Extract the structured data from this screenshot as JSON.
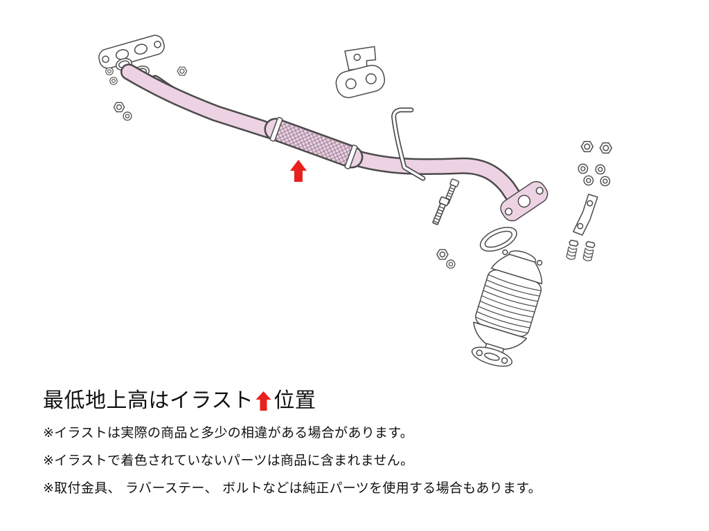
{
  "colors": {
    "background": "#ffffff",
    "outline": "#4a4a4a",
    "pipe_fill": "#ecd2e2",
    "braid": "#9c8398",
    "arrow": "#e8211c",
    "text": "#111111"
  },
  "illustration": {
    "type": "exploded-parts-diagram",
    "description": "exhaust front pipe (colored) with flex section, flanges, catalytic converter and mounting hardware (uncolored)",
    "parts": [
      "inlet-flange",
      "inlet-gaskets",
      "hex-nut",
      "stud-nut",
      "rubber-hanger-bracket",
      "front-pipe",
      "flex-section",
      "hanger-rod",
      "outlet-flange",
      "min-clearance-arrow",
      "flange-bolts",
      "flange-nut",
      "hardware-nuts",
      "hardware-washers",
      "stay-bracket",
      "spring-bolts",
      "outlet-gasket",
      "catalytic-converter"
    ]
  },
  "caption": {
    "title_before": "最低地上高はイラスト",
    "title_after": "位置",
    "arrow_icon": "red-up-arrow"
  },
  "notes": [
    "※イラストは実際の商品と多少の相違がある場合があります。",
    "※イラストで着色されていないパーツは商品に含まれません。",
    "※取付金具、 ラバーステー、 ボルトなどは純正パーツを使用する場合もあります。"
  ]
}
